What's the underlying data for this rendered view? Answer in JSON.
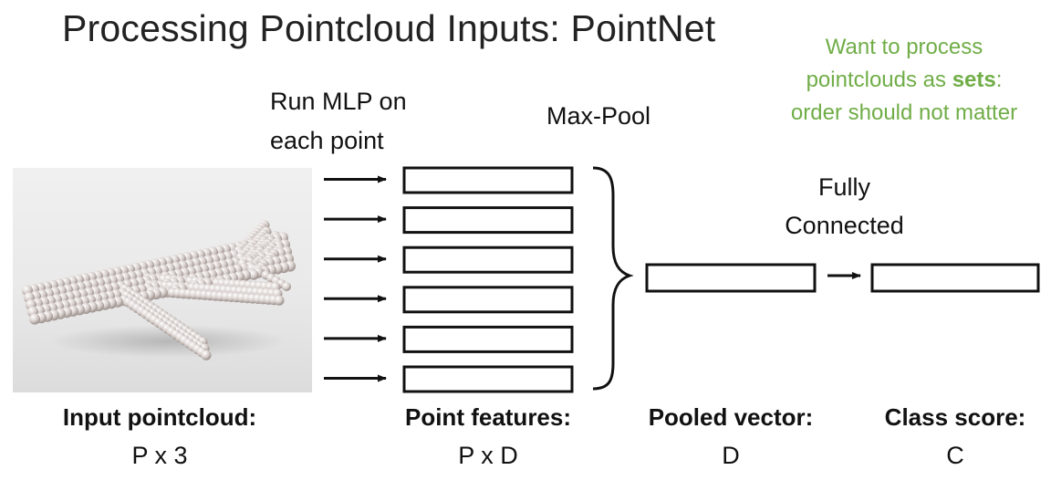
{
  "title": "Processing Pointcloud Inputs: PointNet",
  "note": {
    "line1": "Want to process",
    "line2_prefix": "pointclouds as ",
    "line2_bold": "sets",
    "line2_suffix": ":",
    "line3": "order should not matter",
    "color": "#70ad47"
  },
  "labels": {
    "mlp_line1": "Run MLP on",
    "mlp_line2": "each point",
    "maxpool": "Max-Pool",
    "fc_line1": "Fully",
    "fc_line2": "Connected"
  },
  "captions": {
    "input": "Input pointcloud:",
    "input_dims": "P x 3",
    "features": "Point features:",
    "features_dims": "P x D",
    "pooled": "Pooled vector:",
    "pooled_dims": "D",
    "class": "Class score:",
    "class_dims": "C"
  },
  "diagram": {
    "feature_row_count": 6,
    "image_subject": "airplane-pointcloud-render"
  }
}
